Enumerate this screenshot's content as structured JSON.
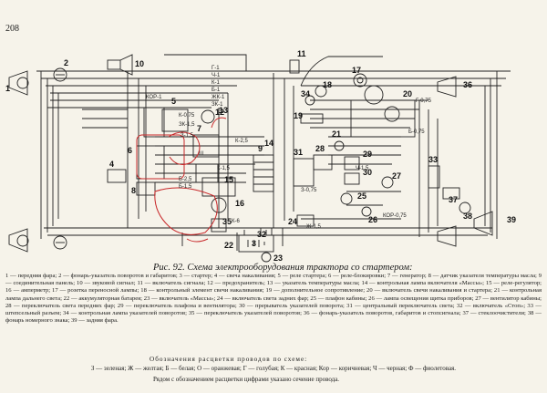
{
  "page_number": "208",
  "caption": "Рис. 92. Схема электрооборудования трактора со стартером:",
  "legend": [
    "1 — передняя фара;",
    "2 — фонарь-указатель поворотов и габаритов;",
    "3 — стартер;",
    "4 — свеча накаливания;",
    "5 — реле стартера;",
    "6 — реле-блокировки;",
    "7 — генератор;",
    "8 — датчик указателя температуры масла;",
    "9 — соединительная панель;",
    "10 — звуковой сигнал;",
    "11 — включатель сигнала;",
    "12 — предохранитель;",
    "13 — указатель температуры масла;",
    "14 — контрольная лампа включателя «Массы»;",
    "15 — реле-регулятор;",
    "16 — амперметр;",
    "17 — розетка переносной лампы;",
    "18 — контрольный элемент свечи накаливания;",
    "19 — дополнительное сопротивление;",
    "20 — включатель свечи накаливания и стартера;",
    "21 — контрольная лампа дальнего света;",
    "22 — аккумуляторная батарея;",
    "23 — включатель «Массы»;",
    "24 — включатель света задних фар;",
    "25 — плафон кабины;",
    "26 — лампа освещения щитка приборов;",
    "27 — вентилятор кабины;",
    "28 — переключатель света передних фар;",
    "29 — переключатель плафона и вентилятора;",
    "30 — прерыватель указателей поворота;",
    "31 — центральный переключатель света;",
    "32 — включатель «Стоп»;",
    "33 — штепсельный разъем;",
    "34 — контрольная лампа указателей поворотов;",
    "35 — переключатель указателей поворотов;",
    "36 — фонарь-указатель поворотов, габаритов и стопсигнала;",
    "37 — стеклоочистители;",
    "38 — фонарь номерного знака;",
    "39 — задняя фара."
  ],
  "wire_colors_heading": "Обозначения расцветки проводов по схеме:",
  "wire_colors": [
    "З — зеленая;",
    "Ж — желтая;",
    "Б — белая;",
    "О — оранжевая;",
    "Г — голубая;",
    "К — красная;",
    "Кор — коричневая;",
    "Ч — черная;",
    "Ф — фиолетовая."
  ],
  "note": "Рядом с обозначением расцветки цифрами указано сечение провода.",
  "diagram": {
    "component_numbers": [
      "1",
      "2",
      "3",
      "4",
      "5",
      "6",
      "7",
      "8",
      "9",
      "10",
      "11",
      "12",
      "13",
      "14",
      "15",
      "16",
      "17",
      "18",
      "19",
      "20",
      "21",
      "22",
      "23",
      "24",
      "25",
      "26",
      "27",
      "28",
      "29",
      "30",
      "31",
      "32",
      "33",
      "34",
      "35",
      "36",
      "37",
      "38",
      "39"
    ],
    "wire_labels": [
      "Г-1",
      "Ч-1",
      "К-1",
      "Б-1",
      "ЖК-1",
      "ЗК-1",
      "КОР-1",
      "К-0,75",
      "Б-1,5",
      "К-2,5",
      "ЗК-1,5",
      "З-1,5",
      "Ш",
      "Ч-1,5",
      "К-1,5",
      "Б-2,5",
      "Г-0,75",
      "КОР-0,75",
      "З-0,75",
      "Ж-1,5",
      "Б-0,75",
      "К-6"
    ]
  }
}
